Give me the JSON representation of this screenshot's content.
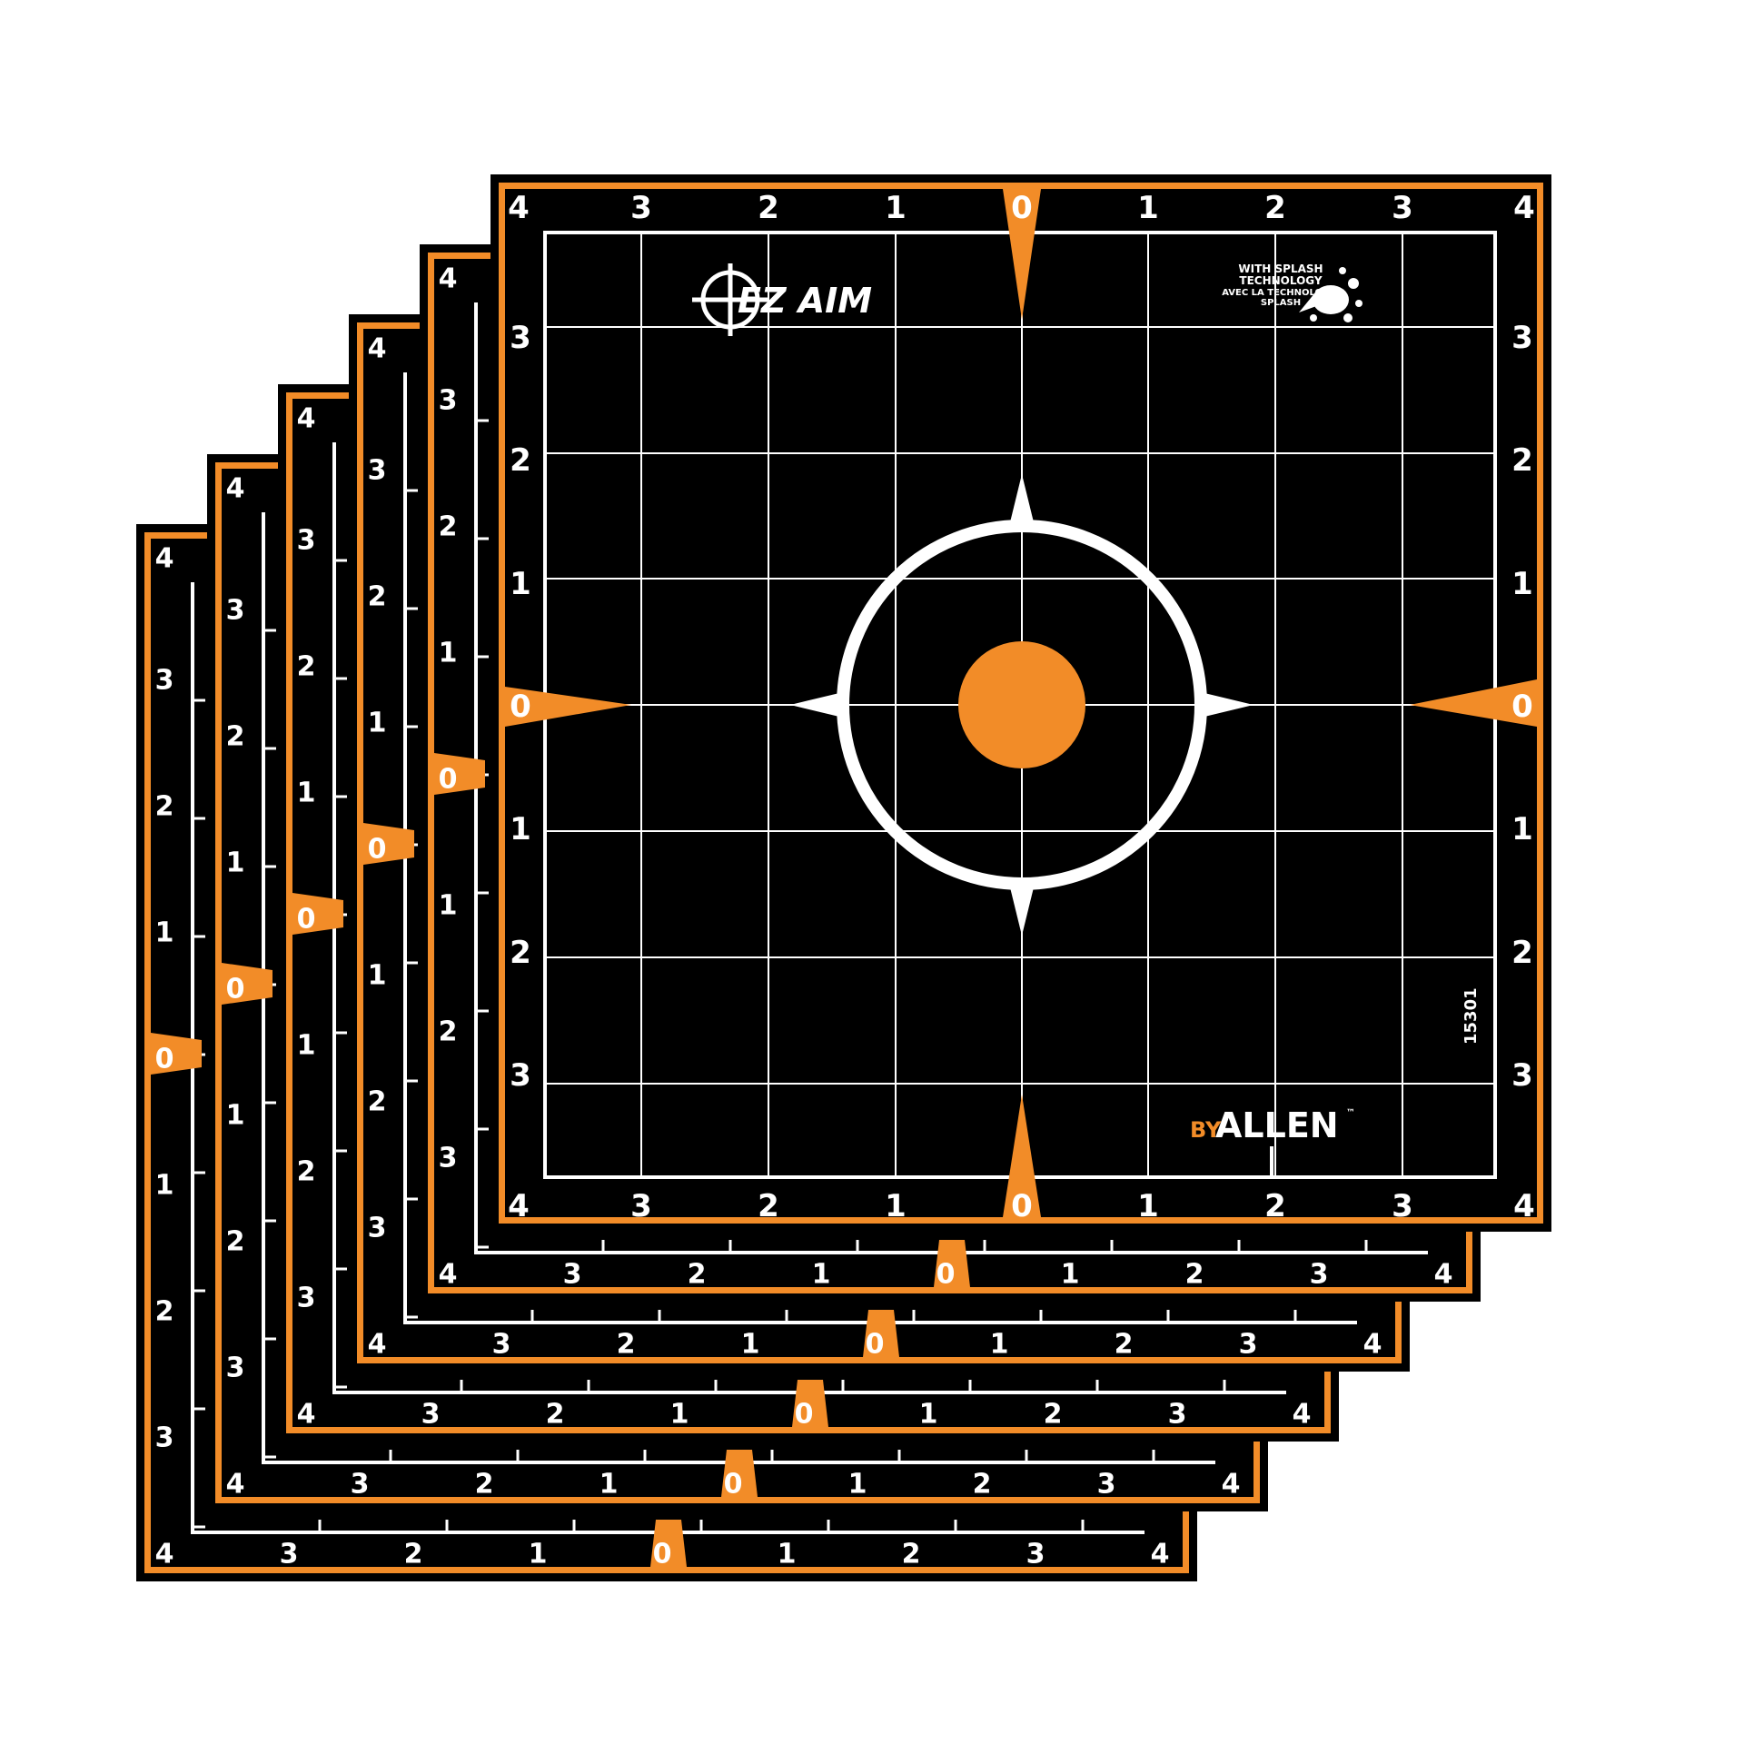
{
  "colors": {
    "background": "#ffffff",
    "target_fill": "#000000",
    "accent_orange": "#f28c28",
    "grid_line": "#ffffff",
    "label_text": "#ffffff"
  },
  "product": {
    "description": "Stack of six square sight-in targets",
    "sheet_count": 6
  },
  "scale": {
    "top_labels": [
      "4",
      "3",
      "2",
      "1",
      "0",
      "1",
      "2",
      "3",
      "4"
    ],
    "bottom_labels": [
      "4",
      "3",
      "2",
      "1",
      "0",
      "1",
      "2",
      "3",
      "4"
    ],
    "left_labels": [
      "3",
      "2",
      "1",
      "0",
      "1",
      "2",
      "3"
    ],
    "right_labels": [
      "3",
      "2",
      "1",
      "0",
      "1",
      "2",
      "3"
    ]
  },
  "logos": {
    "ez_aim": "EZ AIM",
    "splash_line1": "WITH SPLASH",
    "splash_line2": "TECHNOLOGY",
    "splash_line3": "AVEC LA TECHNOLOGIE",
    "splash_line4": "SPLASH",
    "allen_prefix": "BY",
    "allen": "ALLEN",
    "trademark": "™"
  },
  "sku": "15301",
  "icons": {
    "ez_aim_logo": "crosshair-logo-icon",
    "splash": "paint-splash-icon",
    "bullseye": "bullseye-icon",
    "arrow_marker": "triangle-pointer-icon"
  }
}
